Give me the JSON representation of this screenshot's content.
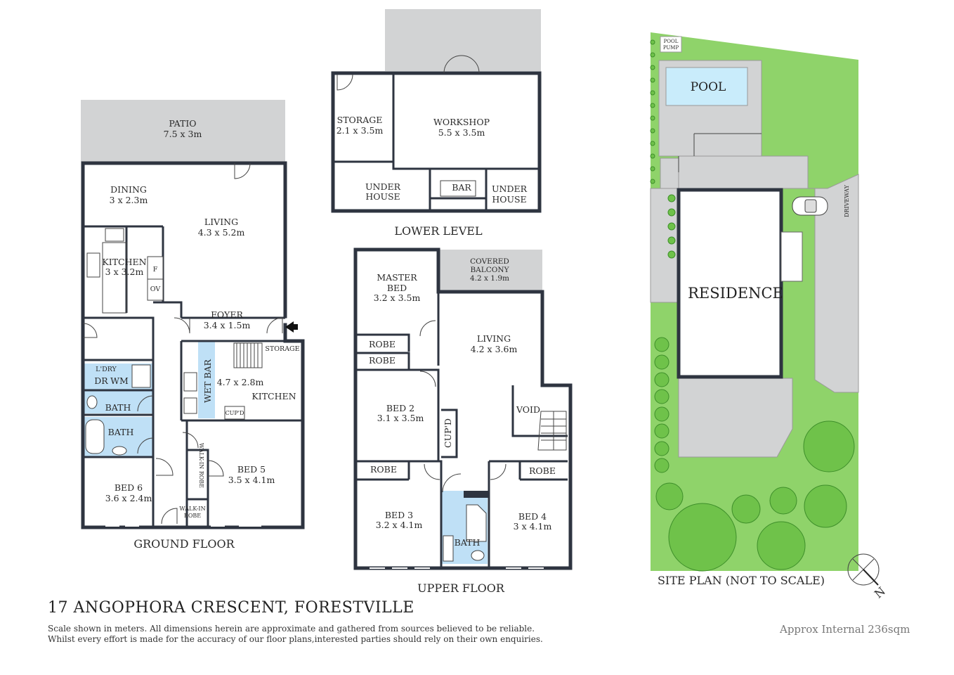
{
  "property": {
    "title": "17 ANGOPHORA CRESCENT, FORESTVILLE",
    "disclaimer_line1": "Scale shown in meters. All dimensions herein are approximate and gathered from sources believed to be reliable.",
    "disclaimer_line2": "Whilst every effort is made for the accuracy of our floor plans,interested parties should rely on their own enquiries.",
    "approx_area": "Approx Internal 236sqm"
  },
  "ground_floor": {
    "label": "GROUND FLOOR",
    "patio": {
      "name": "PATIO",
      "size": "7.5 x 3m"
    },
    "dining": {
      "name": "DINING",
      "size": "3 x 2.3m"
    },
    "living": {
      "name": "LIVING",
      "size": "4.3 x 5.2m"
    },
    "kitchen": {
      "name": "KITCHEN",
      "size": "3 x 3.2m"
    },
    "fridge": "F",
    "oven": "OV",
    "foyer": {
      "name": "FOYER",
      "size": "3.4 x 1.5m"
    },
    "storage": "STORAGE",
    "ldry": "L'DRY",
    "dr": "DR",
    "wm": "WM",
    "bath1": "BATH",
    "bath2": "BATH",
    "wet_bar": "WET BAR",
    "kitchen2": {
      "name": "KITCHEN",
      "size": "4.7 x 2.8m"
    },
    "cupd": "CUP'D",
    "walkin_robe_vertical": "WALK-IN ROBE",
    "bed5": {
      "name": "BED 5",
      "size": "3.5 x 4.1m"
    },
    "bed6": {
      "name": "BED 6",
      "size": "3.6 x 2.4m"
    },
    "walkin_robe": {
      "line1": "WALK-IN",
      "line2": "ROBE"
    }
  },
  "lower_level": {
    "label": "LOWER LEVEL",
    "storage": {
      "name": "STORAGE",
      "size": "2.1 x 3.5m"
    },
    "workshop": {
      "name": "WORKSHOP",
      "size": "5.5 x 3.5m"
    },
    "under_house_1": {
      "line1": "UNDER",
      "line2": "HOUSE"
    },
    "under_house_2": {
      "line1": "UNDER",
      "line2": "HOUSE"
    },
    "bar": "BAR"
  },
  "upper_floor": {
    "label": "UPPER FLOOR",
    "master_bed": {
      "line1": "MASTER",
      "line2": "BED",
      "size": "3.2 x 3.5m"
    },
    "covered_balcony": {
      "line1": "COVERED",
      "line2": "BALCONY",
      "size": "4.2 x 1.9m"
    },
    "living": {
      "name": "LIVING",
      "size": "4.2 x 3.6m"
    },
    "robe1": "ROBE",
    "robe2": "ROBE",
    "bed2": {
      "name": "BED 2",
      "size": "3.1 x 3.5m"
    },
    "cupd": "CUP'D",
    "void": "VOID",
    "robe3": "ROBE",
    "robe4": "ROBE",
    "bed3": {
      "name": "BED 3",
      "size": "3.2 x 4.1m"
    },
    "bath": "BATH",
    "bed4": {
      "name": "BED 4",
      "size": "3 x 4.1m"
    }
  },
  "site_plan": {
    "label": "SITE PLAN (NOT TO SCALE)",
    "pool": "POOL",
    "pool_pump_1": "POOL",
    "pool_pump_2": "PUMP",
    "residence": "RESIDENCE",
    "driveway": "DRIVEWAY",
    "compass_letter": "N"
  },
  "colors": {
    "wall": "#2e3440",
    "patio": "#d2d3d4",
    "wet_area": "#bfe0f6",
    "grass": "#8fd36a",
    "tree": "#6fc24a",
    "pool": "#c9ecfb"
  }
}
